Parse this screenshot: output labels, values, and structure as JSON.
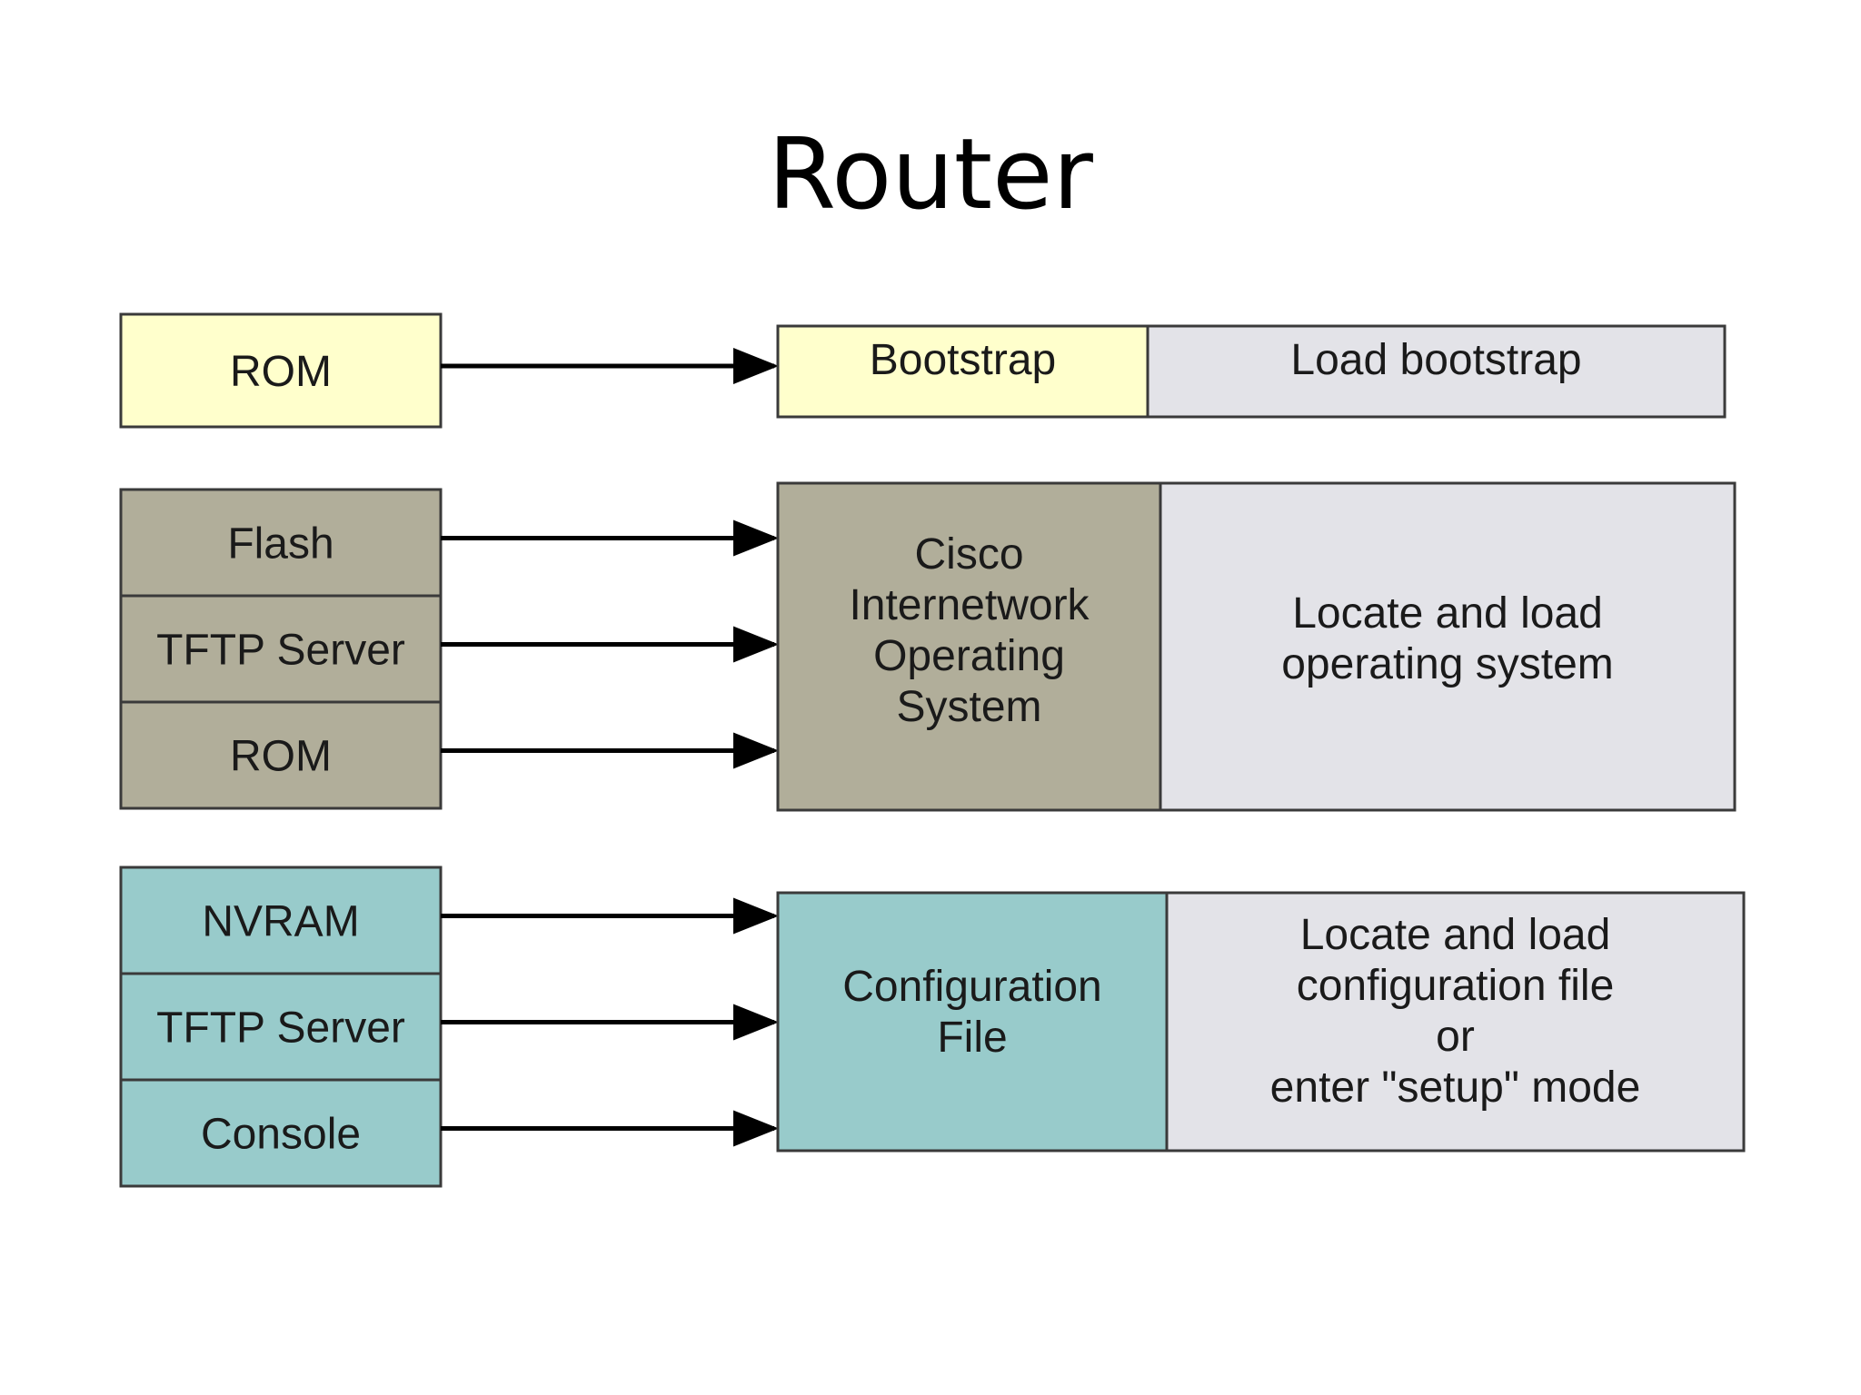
{
  "title": "Router",
  "colors": {
    "bootstrap": "#ffffcc",
    "os": "#b1ae9a",
    "config": "#98cbcb",
    "description": "#e3e3e8",
    "arrow": "#000000",
    "border": "#3a3a3a"
  },
  "rows": [
    {
      "id": "bootstrap",
      "sources": [
        "ROM"
      ],
      "stage": [
        "Bootstrap"
      ],
      "action": [
        "Load bootstrap"
      ]
    },
    {
      "id": "os",
      "sources": [
        "Flash",
        "TFTP Server",
        "ROM"
      ],
      "stage": [
        "Cisco",
        "Internetwork",
        "Operating",
        "System"
      ],
      "action": [
        "Locate and load",
        "operating system"
      ]
    },
    {
      "id": "config",
      "sources": [
        "NVRAM",
        "TFTP Server",
        "Console"
      ],
      "stage": [
        "Configuration",
        "File"
      ],
      "action": [
        "Locate and load",
        "configuration file",
        "or",
        "enter \"setup\" mode"
      ]
    }
  ]
}
